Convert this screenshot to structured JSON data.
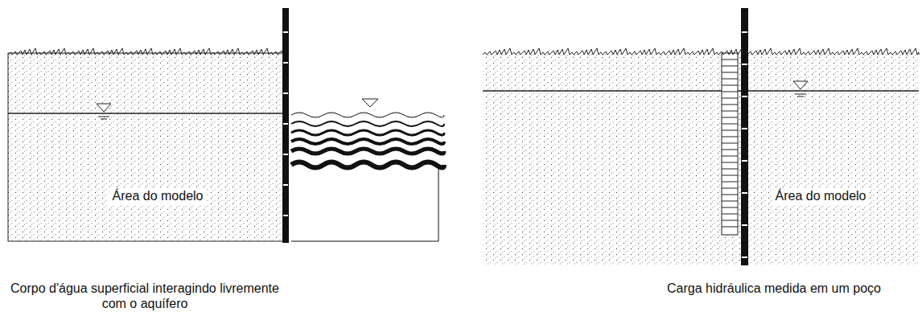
{
  "diagram": {
    "labels": [
      "Área do modelo",
      "Corpo d'água superficial interagindo livremente com o aquífero",
      "Área do modelo",
      "Carga hidráulica medida em um poço"
    ]
  }
}
